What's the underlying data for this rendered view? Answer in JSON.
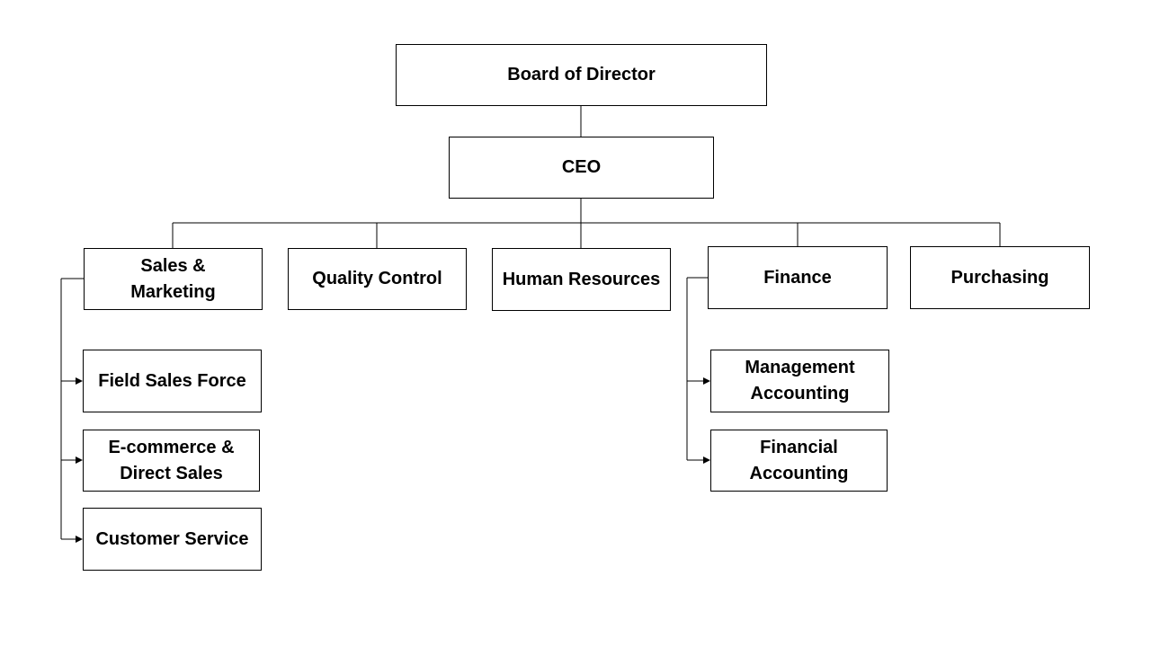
{
  "colors": {
    "box_border": "#000000",
    "line": "#000000",
    "text": "#000000",
    "background": "#ffffff"
  },
  "chart": {
    "board": "Board of Director",
    "ceo": "CEO",
    "departments": {
      "sales_marketing": "Sales &\nMarketing",
      "quality_control": "Quality Control",
      "human_resources": "Human Resources",
      "finance": "Finance",
      "purchasing": "Purchasing"
    },
    "sales_units": {
      "field_sales": "Field Sales Force",
      "ecommerce": "E-commerce &\nDirect Sales",
      "customer_service": "Customer Service"
    },
    "finance_units": {
      "management_accounting": "Management\nAccounting",
      "financial_accounting": "Financial\nAccounting"
    }
  }
}
